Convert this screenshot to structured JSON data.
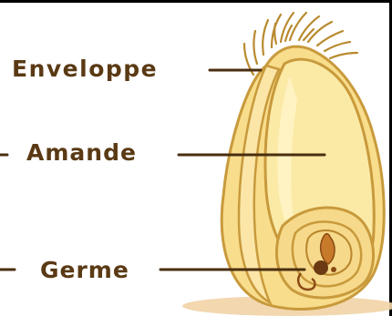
{
  "labels": {
    "enveloppe": "Enveloppe",
    "amande": "Amande",
    "germe": "Germe"
  },
  "colors": {
    "label_text": "#5a3a14",
    "leader_line": "#4a2e10",
    "outline": "#c89a3c",
    "kernel_fill": "#fae89a",
    "kernel_highlight": "#fff4c2",
    "germ_fill": "#f6d98a",
    "germ_center": "#6b3a12",
    "frame": "#000000"
  }
}
